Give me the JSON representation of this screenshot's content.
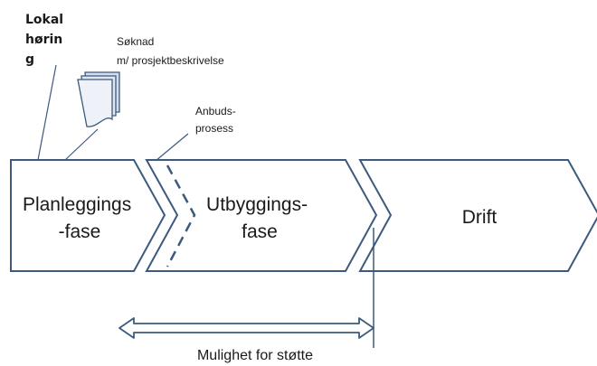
{
  "diagram": {
    "hearing_label": [
      "Lokal",
      "hørin",
      "g"
    ],
    "application_label": [
      "Søknad",
      "m/ prosjektbeskrivelse"
    ],
    "tender_label": [
      "Anbuds-",
      "prosess"
    ],
    "phases": [
      {
        "lines": [
          "Planleggings",
          "-fase"
        ]
      },
      {
        "lines": [
          "Utbyggings-",
          "fase"
        ]
      },
      {
        "lines": [
          "Drift"
        ]
      }
    ],
    "support_label": "Mulighet for støtte",
    "colors": {
      "outline": "#3c5a7e",
      "text": "#1a1a1a",
      "document_fill": "#eef2f8"
    }
  }
}
